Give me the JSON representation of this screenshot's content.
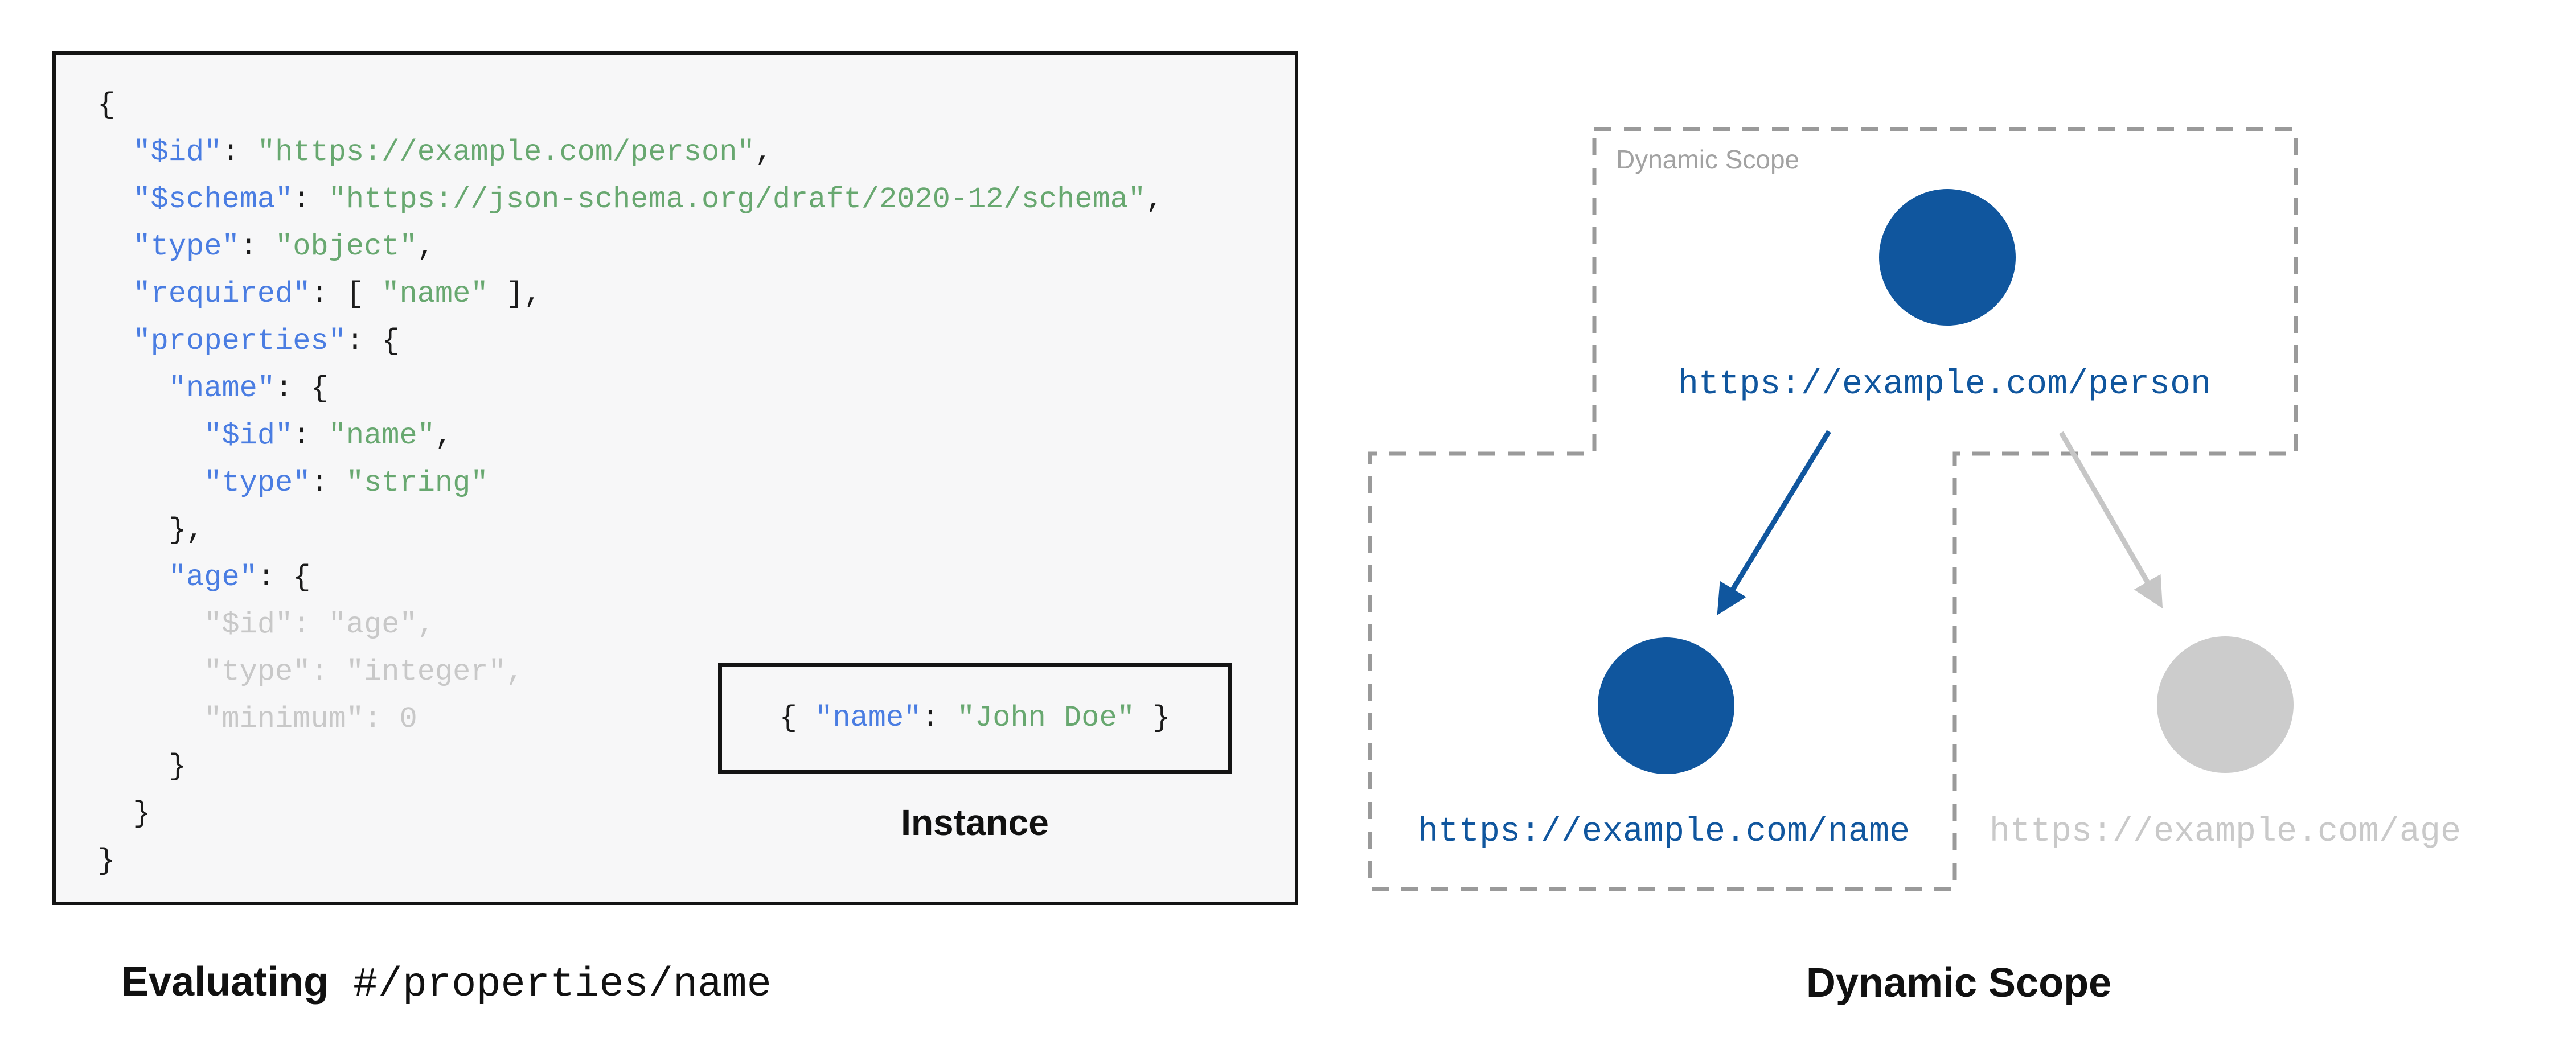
{
  "schema_panel": {
    "code_lines": [
      [
        [
          "p",
          "{"
        ]
      ],
      [
        [
          "p",
          "  "
        ],
        [
          "k",
          "\"$id\""
        ],
        [
          "p",
          ": "
        ],
        [
          "s",
          "\"https://example.com/person\""
        ],
        [
          "p",
          ","
        ]
      ],
      [
        [
          "p",
          "  "
        ],
        [
          "k",
          "\"$schema\""
        ],
        [
          "p",
          ": "
        ],
        [
          "s",
          "\"https://json-schema.org/draft/2020-12/schema\""
        ],
        [
          "p",
          ","
        ]
      ],
      [
        [
          "p",
          "  "
        ],
        [
          "k",
          "\"type\""
        ],
        [
          "p",
          ": "
        ],
        [
          "s",
          "\"object\""
        ],
        [
          "p",
          ","
        ]
      ],
      [
        [
          "p",
          "  "
        ],
        [
          "k",
          "\"required\""
        ],
        [
          "p",
          ": [ "
        ],
        [
          "s",
          "\"name\""
        ],
        [
          "p",
          " ],"
        ]
      ],
      [
        [
          "p",
          "  "
        ],
        [
          "k",
          "\"properties\""
        ],
        [
          "p",
          ": {"
        ]
      ],
      [
        [
          "p",
          "    "
        ],
        [
          "k",
          "\"name\""
        ],
        [
          "p",
          ": {"
        ]
      ],
      [
        [
          "p",
          "      "
        ],
        [
          "k",
          "\"$id\""
        ],
        [
          "p",
          ": "
        ],
        [
          "s",
          "\"name\""
        ],
        [
          "p",
          ","
        ]
      ],
      [
        [
          "p",
          "      "
        ],
        [
          "k",
          "\"type\""
        ],
        [
          "p",
          ": "
        ],
        [
          "s",
          "\"string\""
        ]
      ],
      [
        [
          "p",
          "    },"
        ]
      ],
      [
        [
          "p",
          "    "
        ],
        [
          "k",
          "\"age\""
        ],
        [
          "p",
          ": {"
        ]
      ],
      [
        [
          "d",
          "      \"$id\": \"age\","
        ]
      ],
      [
        [
          "d",
          "      \"type\": \"integer\","
        ]
      ],
      [
        [
          "d",
          "      \"minimum\": 0"
        ]
      ],
      [
        [
          "p",
          "    }"
        ]
      ],
      [
        [
          "p",
          "  }"
        ]
      ],
      [
        [
          "p",
          "}"
        ]
      ]
    ],
    "instance_lines": [
      [
        [
          "p",
          "{ "
        ],
        [
          "k",
          "\"name\""
        ],
        [
          "p",
          ": "
        ],
        [
          "s",
          "\"John Doe\""
        ],
        [
          "p",
          " }"
        ]
      ]
    ],
    "instance_label": "Instance",
    "caption_bold": "Evaluating",
    "caption_pointer": " #/properties/name"
  },
  "scope_panel": {
    "box_label": "Dynamic Scope",
    "caption": "Dynamic Scope",
    "nodes": [
      {
        "name": "person",
        "url": "https://example.com/person",
        "state": "in-scope"
      },
      {
        "name": "name",
        "url": "https://example.com/name",
        "state": "in-scope"
      },
      {
        "name": "age",
        "url": "https://example.com/age",
        "state": "out-of-scope"
      }
    ]
  },
  "colors": {
    "key_blue": "#4a7de2",
    "string_green": "#68a870",
    "muted_gray": "#c8c8c8",
    "plain_text": "#1b1b1b",
    "node_blue": "#10569e",
    "node_gray": "#cccccc",
    "gray_label": "#c9c9c9",
    "dashed_outline": "#9a9a9a",
    "code_background": "#f7f7f8"
  }
}
